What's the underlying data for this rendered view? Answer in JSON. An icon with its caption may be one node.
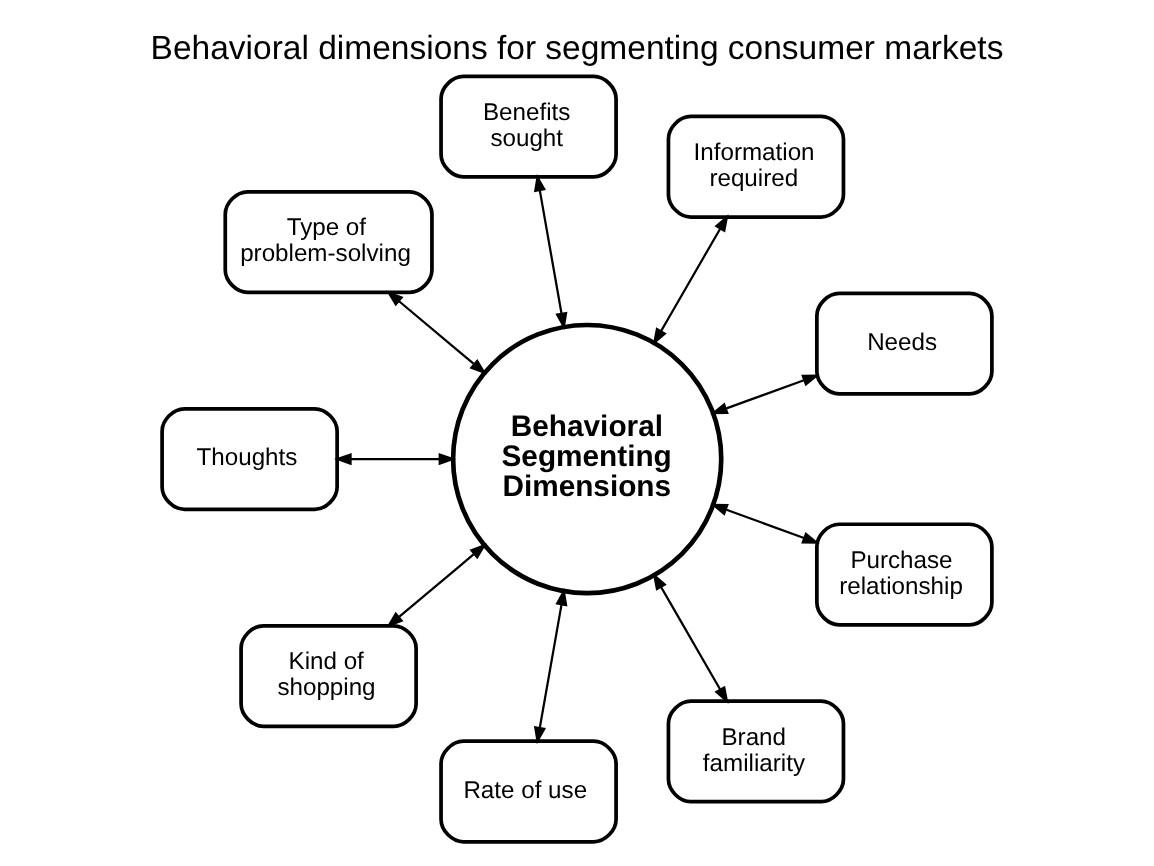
{
  "diagram": {
    "title": "Behavioral dimensions for segmenting consumer markets",
    "nodes": [
      {
        "text": [
          "Behavioral Segmenting Dimensions"
        ]
      },
      {
        "text": [
          "Needs"
        ]
      },
      {
        "text": [
          "Information required"
        ]
      },
      {
        "text": [
          "Benefits sought"
        ]
      },
      {
        "text": [
          "Type of problem-solving"
        ]
      },
      {
        "text": [
          "Thoughts"
        ]
      },
      {
        "text": [
          "Kind of shopping"
        ]
      },
      {
        "text": [
          "Rate of use"
        ]
      },
      {
        "text": [
          "Brand familiarity"
        ]
      },
      {
        "text": [
          "Purchase relationship"
        ]
      }
    ],
    "edges": [
      {
        "from": 0,
        "to": 1,
        "arrow": "both"
      },
      {
        "from": 0,
        "to": 3,
        "arrow": "both"
      },
      {
        "from": 0,
        "to": 5,
        "arrow": "both"
      },
      {
        "from": 0,
        "to": 7,
        "arrow": "both"
      },
      {
        "from": 0,
        "to": 9,
        "arrow": "both"
      },
      {
        "from": 0,
        "to": 8,
        "arrow": "both"
      },
      {
        "from": 0,
        "to": 6,
        "arrow": "both"
      },
      {
        "from": 0,
        "to": 4,
        "arrow": "both"
      },
      {
        "from": 0,
        "to": 2,
        "arrow": "both"
      }
    ]
  }
}
